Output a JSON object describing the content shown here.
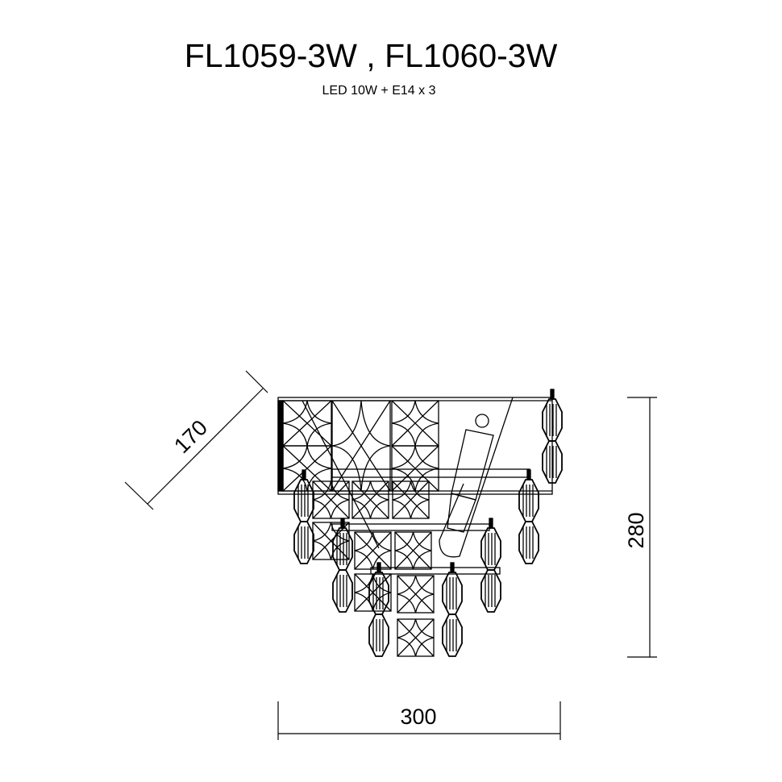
{
  "header": {
    "title": "FL1059-3W , FL1060-3W",
    "subtitle": "LED 10W + E14 x 3"
  },
  "dimensions": {
    "width_label": "300",
    "height_label": "280",
    "depth_label": "170"
  },
  "colors": {
    "line": "#000000",
    "background": "#ffffff"
  }
}
